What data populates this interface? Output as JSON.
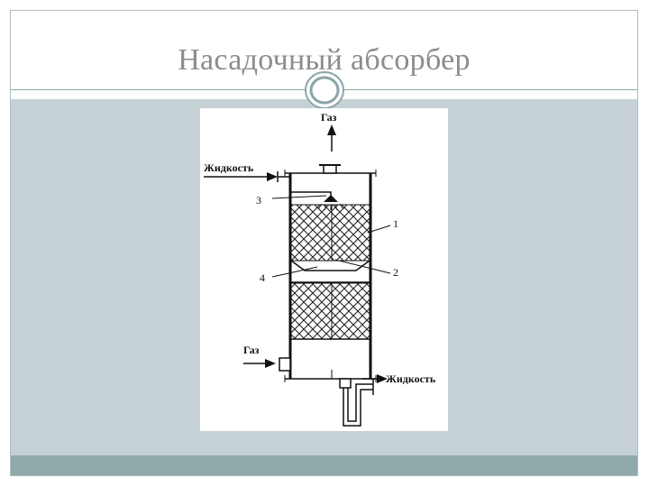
{
  "slide": {
    "title": "Насадочный абсорбер"
  },
  "diagram": {
    "labels": {
      "gas_out": "Газ",
      "liquid_in": "Жидкость",
      "gas_in": "Газ",
      "liquid_out": "Жидкость"
    },
    "callouts": {
      "c1": "1",
      "c2": "2",
      "c3": "3",
      "c4": "4"
    }
  },
  "colors": {
    "body_background": "#c5d1d4",
    "footer": "#8faaa9",
    "title_text": "#8c8c8c",
    "frame_border": "#aebfc4"
  }
}
